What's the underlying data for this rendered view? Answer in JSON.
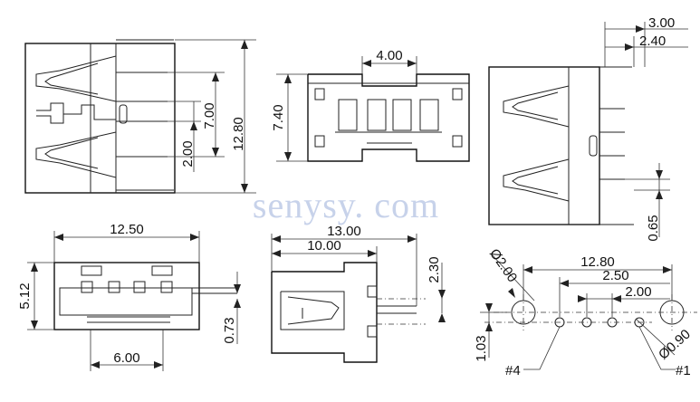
{
  "watermark": "senysy. com",
  "views": {
    "side": {
      "height": "12.80",
      "pin_span": "7.00",
      "pitch": "2.00"
    },
    "front_top": {
      "width": "4.00",
      "height": "7.40"
    },
    "right_side": {
      "d1": "3.00",
      "d2": "2.40",
      "d3": "0.65"
    },
    "front": {
      "width": "12.50",
      "height": "5.12",
      "offset": "0.73",
      "inner": "6.00"
    },
    "top": {
      "length": "13.00",
      "length2": "10.00",
      "height": "2.30"
    },
    "footprint": {
      "span": "12.80",
      "pitch": "2.50",
      "pitch2": "2.00",
      "mount_hole": "Ø2.00",
      "pin_hole": "Ø0.90",
      "offset": "1.03",
      "pin4": "#4",
      "pin1": "#1"
    }
  }
}
